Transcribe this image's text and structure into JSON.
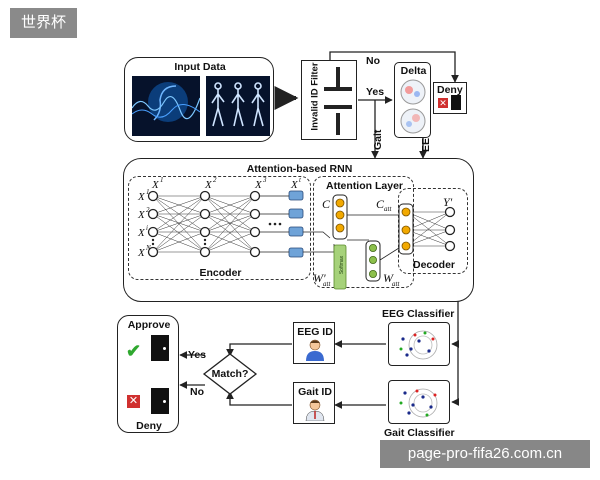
{
  "watermark_top": "世界杯",
  "watermark_bottom": "page-pro-fifa26.com.cn",
  "input": {
    "title": "Input Data"
  },
  "filter": {
    "label": "Invalid ID Filter",
    "no": "No",
    "yes": "Yes",
    "gait": "Gait",
    "eeg": "EEG"
  },
  "delta": {
    "label": "Delta"
  },
  "deny_top": {
    "label": "Deny"
  },
  "rnn": {
    "title": "Attention-based RNN",
    "encoder": "Encoder",
    "attention": "Attention Layer",
    "decoder": "Decoder",
    "softmax": "Softmax"
  },
  "classifiers": {
    "eeg": "EEG Classifier",
    "gait": "Gait Classifier"
  },
  "ids": {
    "eeg": "EEG ID",
    "gait": "Gait ID"
  },
  "decision": {
    "match": "Match?",
    "yes": "Yes",
    "no": "No",
    "approve": "Approve",
    "deny": "Deny"
  },
  "colors": {
    "node_orange": "#f2a900",
    "node_green": "#8cc04b",
    "softmax_green": "#a6d27a",
    "encoder_blue": "#6fa3d8",
    "check_green": "#2fa82f",
    "cross_red": "#d0302f"
  }
}
